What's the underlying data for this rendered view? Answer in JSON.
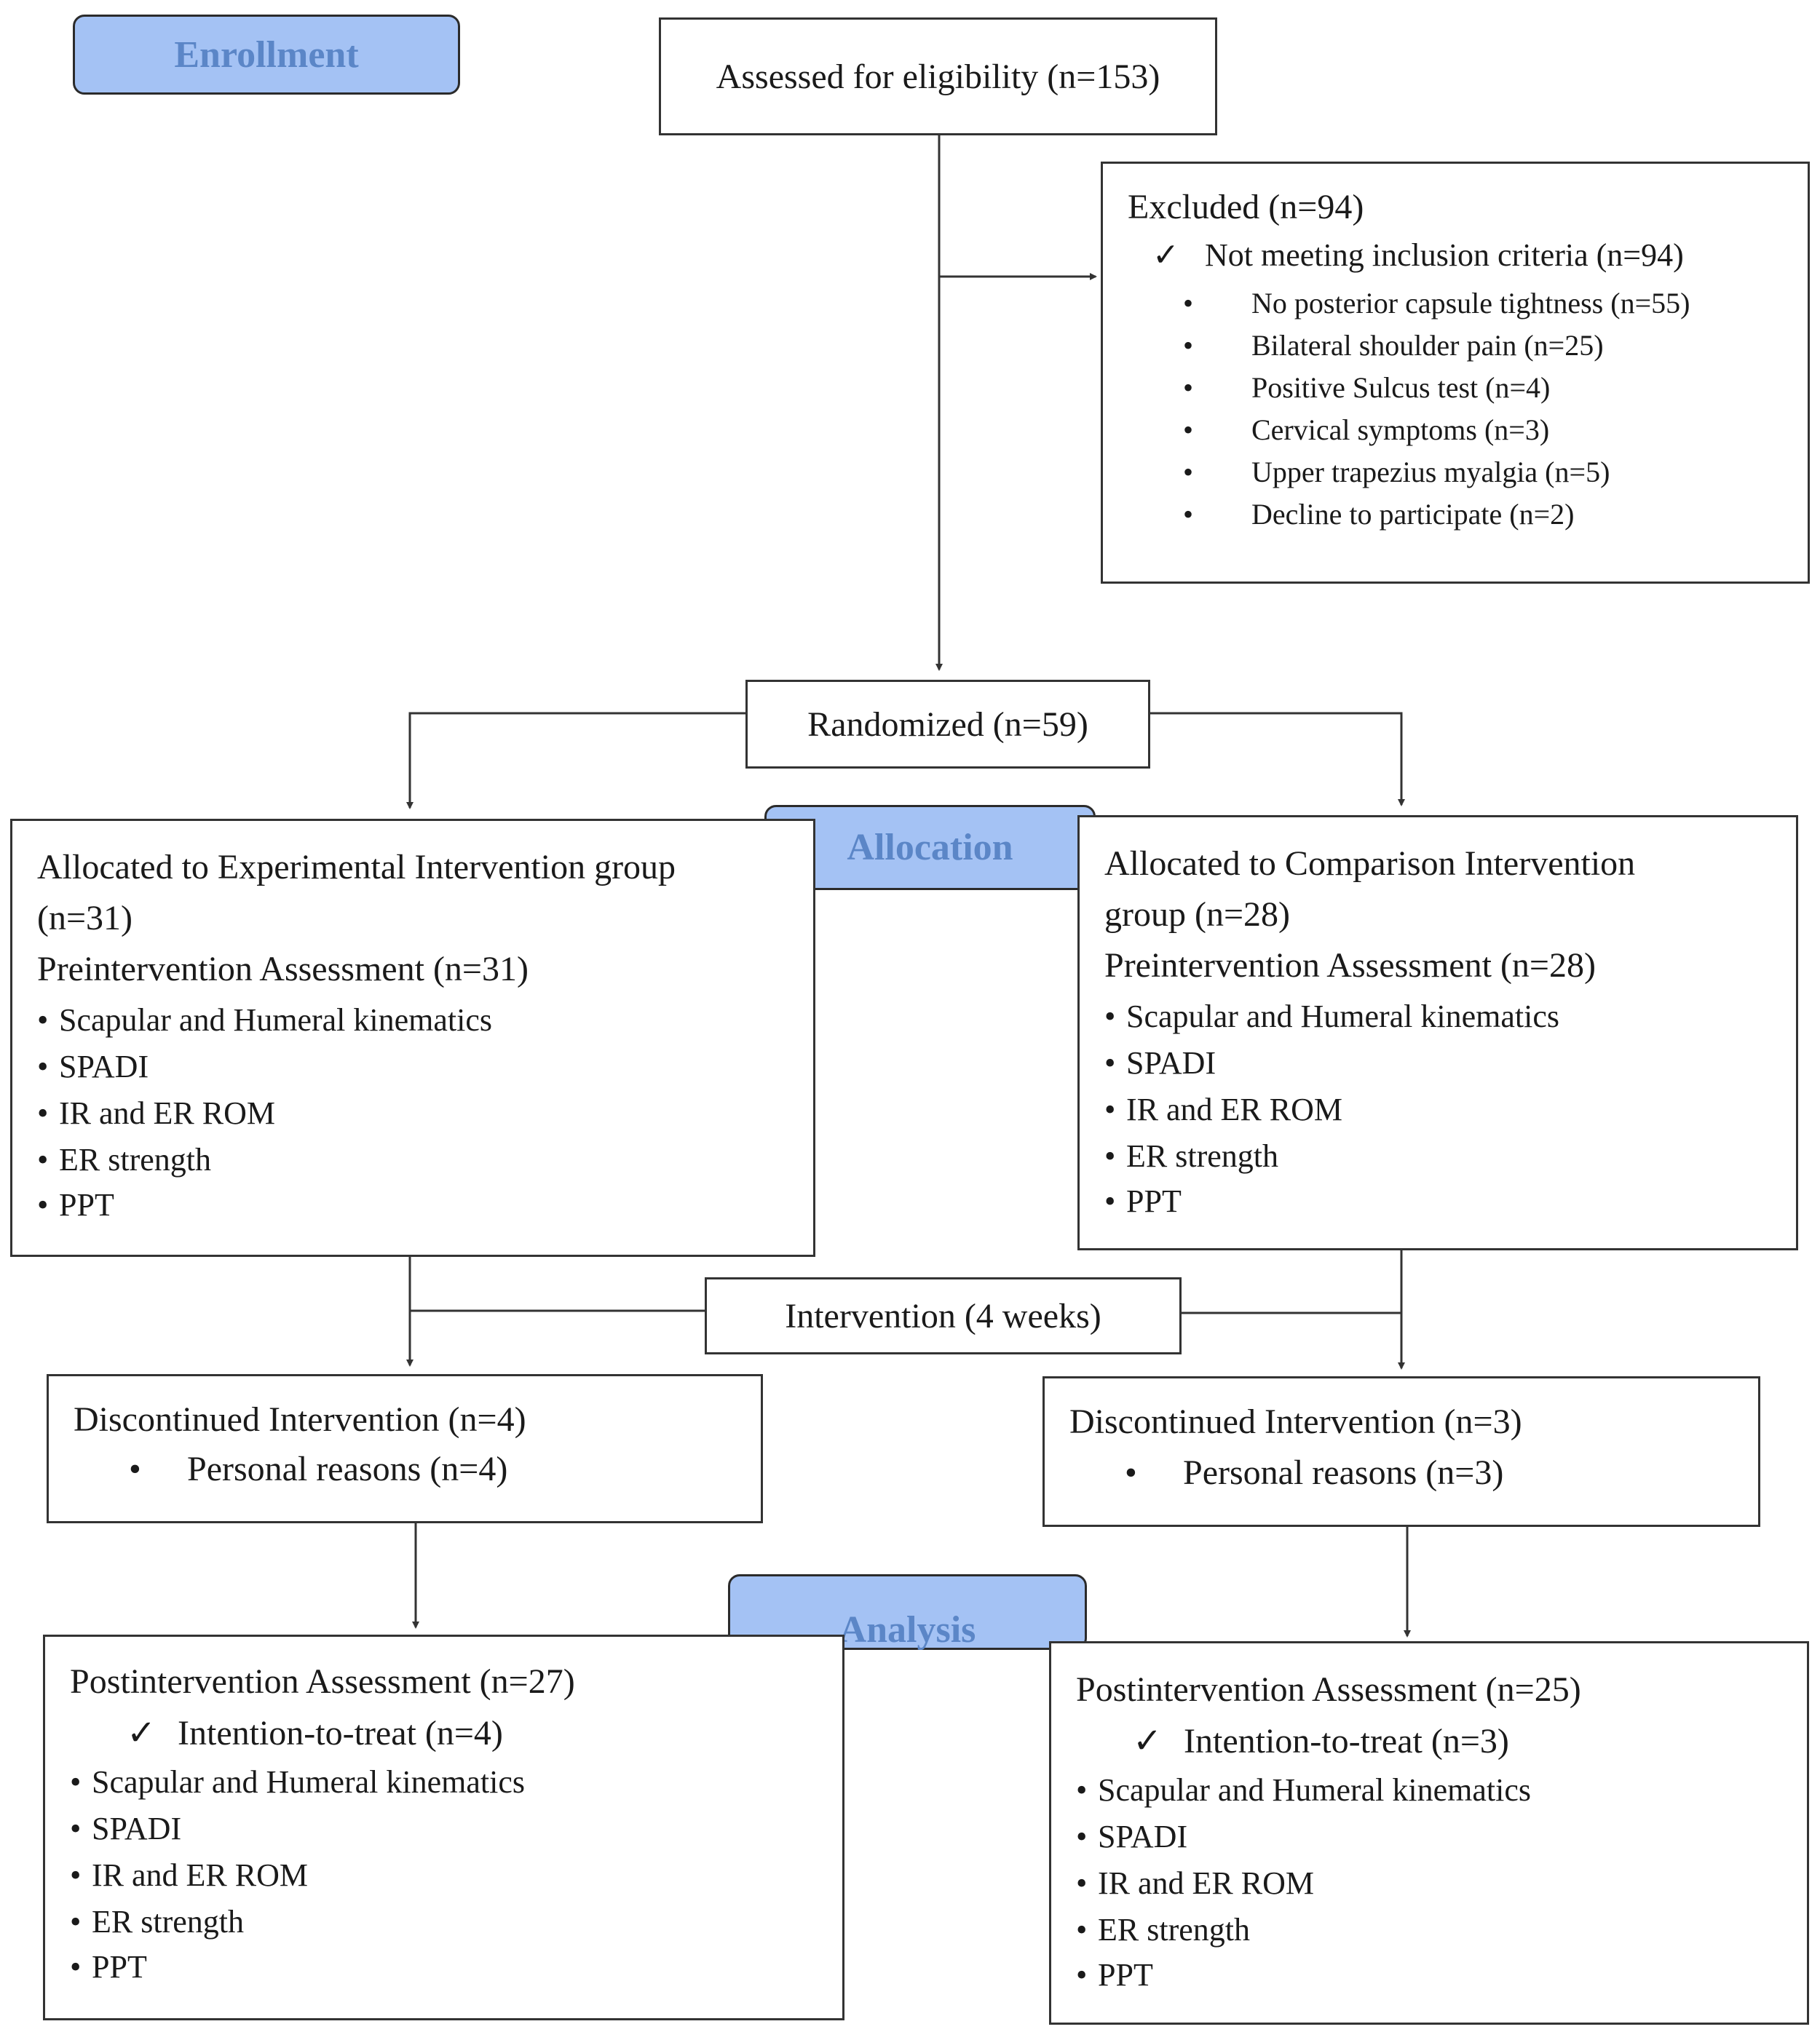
{
  "colors": {
    "stage_fill": "#a4c2f4",
    "stage_text": "#5b86c7",
    "line": "#333333"
  },
  "stages": {
    "enrollment": "Enrollment",
    "allocation": "Allocation",
    "analysis": "Analysis"
  },
  "assessed": "Assessed for eligibility (n=153)",
  "excluded": {
    "title": "Excluded (n=94)",
    "check_item": "Not meeting inclusion criteria (n=94)",
    "reasons": [
      "No posterior capsule tightness (n=55)",
      "Bilateral shoulder pain (n=25)",
      "Positive Sulcus test (n=4)",
      "Cervical symptoms (n=3)",
      "Upper trapezius myalgia (n=5)",
      "Decline to participate (n=2)"
    ]
  },
  "randomized": "Randomized (n=59)",
  "intervention": "Intervention (4 weeks)",
  "experimental": {
    "title_line1": "Allocated to Experimental Intervention group",
    "title_line2": "(n=31)",
    "pre": "Preintervention Assessment (n=31)",
    "measures": [
      "Scapular and Humeral  kinematics",
      "SPADI",
      "IR and ER ROM",
      "ER strength",
      "PPT"
    ],
    "discontinued": "Discontinued Intervention (n=4)",
    "discontinued_reason": "Personal reasons (n=4)",
    "post": "Postintervention Assessment (n=27)",
    "itt": "Intention-to-treat (n=4)",
    "post_measures": [
      "Scapular and Humeral  kinematics",
      "SPADI",
      "IR and ER ROM",
      "ER strength",
      "PPT"
    ]
  },
  "comparison": {
    "title_line1": "Allocated to Comparison Intervention",
    "title_line2": "group (n=28)",
    "pre": "Preintervention Assessment (n=28)",
    "measures": [
      "Scapular and Humeral  kinematics",
      "SPADI",
      "IR and ER ROM",
      "ER strength",
      "PPT"
    ],
    "discontinued": "Discontinued Intervention (n=3)",
    "discontinued_reason": "Personal reasons (n=3)",
    "post": "Postintervention Assessment (n=25)",
    "itt": "Intention-to-treat (n=3)",
    "post_measures": [
      "Scapular and Humeral  kinematics",
      "SPADI",
      "IR and ER ROM",
      "ER strength",
      "PPT"
    ]
  }
}
